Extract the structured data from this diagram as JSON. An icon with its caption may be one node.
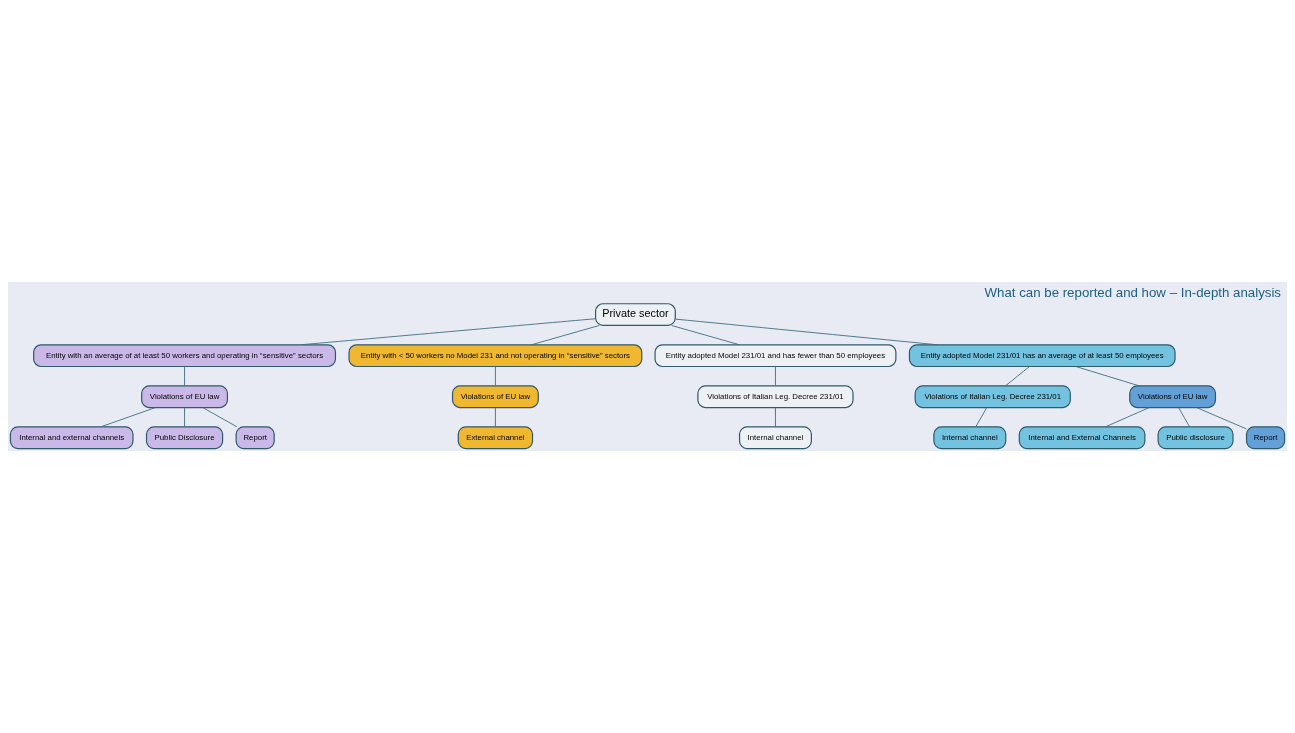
{
  "diagram": {
    "title": "What can be reported and how – In-depth analysis",
    "nodes": [
      {
        "text": [
          "Private sector"
        ]
      },
      {
        "text": [
          "Entity with an average of at least 50 workers and operating in “sensitive” sectors"
        ]
      },
      {
        "text": [
          "Entity with < 50 workers no Model 231 and not operating in “sensitive” sectors"
        ]
      },
      {
        "text": [
          "Entity adopted Model 231/01 and has fewer than 50 employees"
        ]
      },
      {
        "text": [
          "Entity adopted Model 231/01 has an average of at least 50 employees"
        ]
      },
      {
        "text": [
          "Violations of EU law"
        ]
      },
      {
        "text": [
          "Internal and external channels"
        ]
      },
      {
        "text": [
          "Public Disclosure"
        ]
      },
      {
        "text": [
          "Report"
        ]
      },
      {
        "text": [
          "Violations of EU law"
        ]
      },
      {
        "text": [
          "External channel"
        ]
      },
      {
        "text": [
          "Violations of Italian Leg. Decree 231/01"
        ]
      },
      {
        "text": [
          "Internal channel"
        ]
      },
      {
        "text": [
          "Violations of Italian Leg. Decree 231/01"
        ]
      },
      {
        "text": [
          "Violations of EU law"
        ]
      },
      {
        "text": [
          "Internal channel"
        ]
      },
      {
        "text": [
          "Internal and External Channels"
        ]
      },
      {
        "text": [
          "Public disclosure"
        ]
      },
      {
        "text": [
          "Report"
        ]
      }
    ],
    "edges": [
      {
        "from": 0,
        "to": 1,
        "arrow": "none"
      },
      {
        "from": 0,
        "to": 2,
        "arrow": "none"
      },
      {
        "from": 0,
        "to": 3,
        "arrow": "none"
      },
      {
        "from": 0,
        "to": 4,
        "arrow": "none"
      },
      {
        "from": 1,
        "to": 5,
        "arrow": "none"
      },
      {
        "from": 5,
        "to": 6,
        "arrow": "none"
      },
      {
        "from": 5,
        "to": 7,
        "arrow": "none"
      },
      {
        "from": 5,
        "to": 8,
        "arrow": "none"
      },
      {
        "from": 2,
        "to": 9,
        "arrow": "none"
      },
      {
        "from": 9,
        "to": 10,
        "arrow": "none"
      },
      {
        "from": 3,
        "to": 11,
        "arrow": "none"
      },
      {
        "from": 11,
        "to": 12,
        "arrow": "none"
      },
      {
        "from": 4,
        "to": 13,
        "arrow": "none"
      },
      {
        "from": 4,
        "to": 14,
        "arrow": "none"
      },
      {
        "from": 13,
        "to": 15,
        "arrow": "none"
      },
      {
        "from": 14,
        "to": 16,
        "arrow": "none"
      },
      {
        "from": 14,
        "to": 17,
        "arrow": "none"
      },
      {
        "from": 14,
        "to": 18,
        "arrow": "none"
      }
    ]
  }
}
